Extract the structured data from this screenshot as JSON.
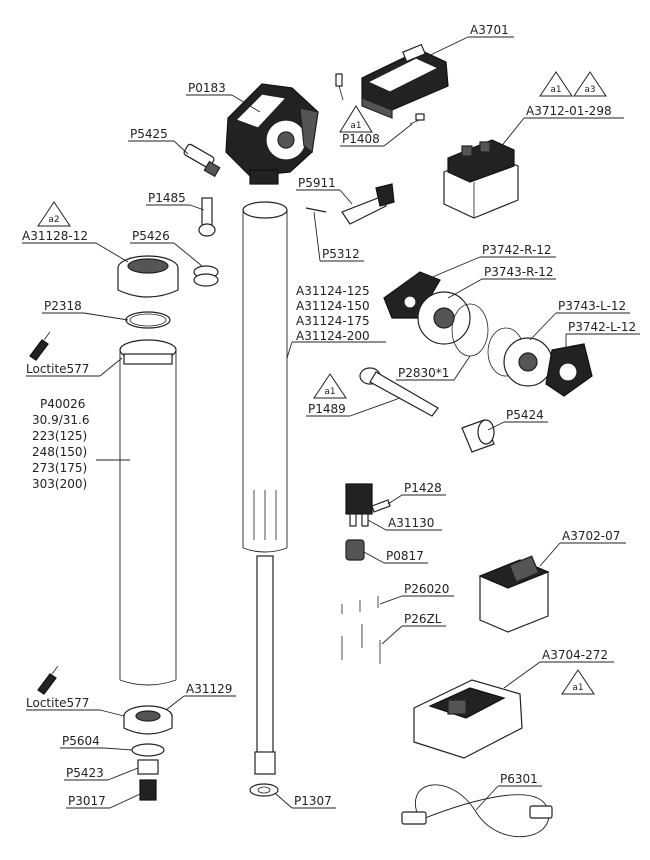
{
  "labels": {
    "A3701": "A3701",
    "P0183": "P0183",
    "P1408": "P1408",
    "A3712": "A3712-01-298",
    "P5425": "P5425",
    "P5911": "P5911",
    "P1485": "P1485",
    "P5312": "P5312",
    "A31128": "A31128-12",
    "P5426": "P5426",
    "P3742R": "P3742-R-12",
    "P3743R": "P3743-R-12",
    "P3743L": "P3743-L-12",
    "P3742L": "P3742-L-12",
    "P2318": "P2318",
    "A31124_125": "A31124-125",
    "A31124_150": "A31124-150",
    "A31124_175": "A31124-175",
    "A31124_200": "A31124-200",
    "loctite_top": "Loctite577",
    "P2830": "P2830*1",
    "P1489": "P1489",
    "P40026": "P40026",
    "dia": "30.9/31.6",
    "len125": "223(125)",
    "len150": "248(150)",
    "len175": "273(175)",
    "len200": "303(200)",
    "P5424": "P5424",
    "P1428": "P1428",
    "A31130": "A31130",
    "P0817": "P0817",
    "A3702": "A3702-07",
    "P26020": "P26020",
    "P26ZL": "P26ZL",
    "A3704": "A3704-272",
    "loctite_bot": "Loctite577",
    "A31129": "A31129",
    "P5604": "P5604",
    "P5423": "P5423",
    "P3017": "P3017",
    "P1307": "P1307",
    "P6301": "P6301"
  },
  "badges": {
    "a1": "a1",
    "a2": "a2",
    "a3": "a3"
  }
}
